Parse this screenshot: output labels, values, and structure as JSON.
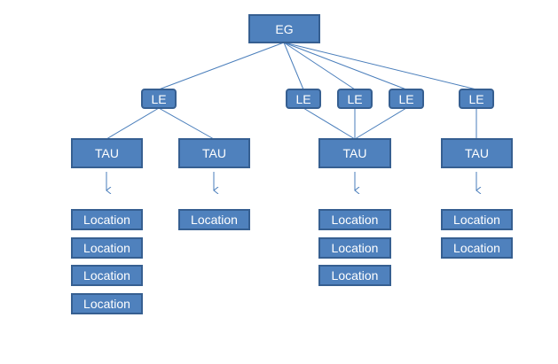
{
  "diagram": {
    "root": {
      "label": "EG"
    },
    "le_nodes": [
      {
        "label": "LE"
      },
      {
        "label": "LE"
      },
      {
        "label": "LE"
      },
      {
        "label": "LE"
      },
      {
        "label": "LE"
      }
    ],
    "tau_nodes": [
      {
        "label": "TAU",
        "locations": [
          "Location",
          "Location",
          "Location",
          "Location"
        ]
      },
      {
        "label": "TAU",
        "locations": [
          "Location"
        ]
      },
      {
        "label": "TAU",
        "locations": [
          "Location",
          "Location",
          "Location"
        ]
      },
      {
        "label": "TAU",
        "locations": [
          "Location",
          "Location"
        ]
      }
    ],
    "colors": {
      "node_fill": "#4f81bd",
      "node_border": "#365f91",
      "connector": "#4a7ebb",
      "text": "#ffffff"
    }
  }
}
